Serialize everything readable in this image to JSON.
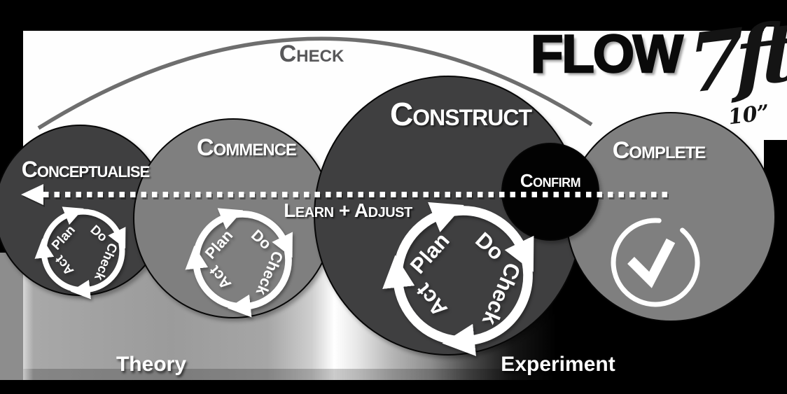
{
  "title": {
    "flow": "FLOW",
    "brand": "7ft",
    "brand_sub": "10”"
  },
  "arc_label": "Check",
  "stages": {
    "conceptualise": "Conceptualise",
    "commence": "Commence",
    "construct": "Construct",
    "confirm": "Confirm",
    "complete": "Complete"
  },
  "feedback_arrow": "Learn + Adjust",
  "pdca": {
    "plan": "Plan",
    "do": "Do",
    "check": "Check",
    "act": "Act"
  },
  "axis": {
    "left": "Theory",
    "right": "Experiment"
  },
  "icons": {
    "complete_icon": "check-circle-icon",
    "feedback_icon": "dotted-arrow-left-icon"
  },
  "colors": {
    "dark_circle": "#3f3f40",
    "light_circle": "#7f7f7f",
    "confirm_circle": "#000000",
    "check_arc": "#6e6e6e",
    "check_text": "#58585a",
    "gradient_left": "#a9a9a9",
    "gradient_peak": "#ffffff",
    "gradient_right": "#000000"
  }
}
